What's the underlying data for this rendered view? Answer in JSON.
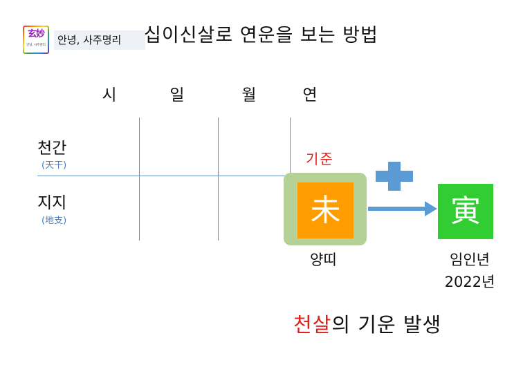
{
  "header": {
    "logo_text": "玄妙",
    "logo_subtext": "안녕, 사주명리",
    "brand": "안녕, 사주명리",
    "title": "십이신살로 연운을 보는 방법"
  },
  "columns": [
    "시",
    "일",
    "월",
    "연"
  ],
  "rows": [
    {
      "label": "천간",
      "sub": "(天干)"
    },
    {
      "label": "지지",
      "sub": "(地支)"
    }
  ],
  "criterion_label": "기준",
  "base_branch": {
    "char": "未",
    "caption": "양띠"
  },
  "target_branch": {
    "char": "寅",
    "caption_line1": "임인년",
    "caption_line2": "2022년"
  },
  "result": {
    "highlight": "천살",
    "rest": "의 기운 발생"
  },
  "colors": {
    "grid": "#6b8fc4",
    "accent_red": "#e0201b",
    "tile_orange": "#ff9c00",
    "tile_green": "#32cd32",
    "highlight_box": "#b5d198",
    "plus_arrow_blue": "#5b9bd5"
  },
  "icons": {
    "plus": "plus-icon",
    "arrow": "arrow-right-icon"
  }
}
